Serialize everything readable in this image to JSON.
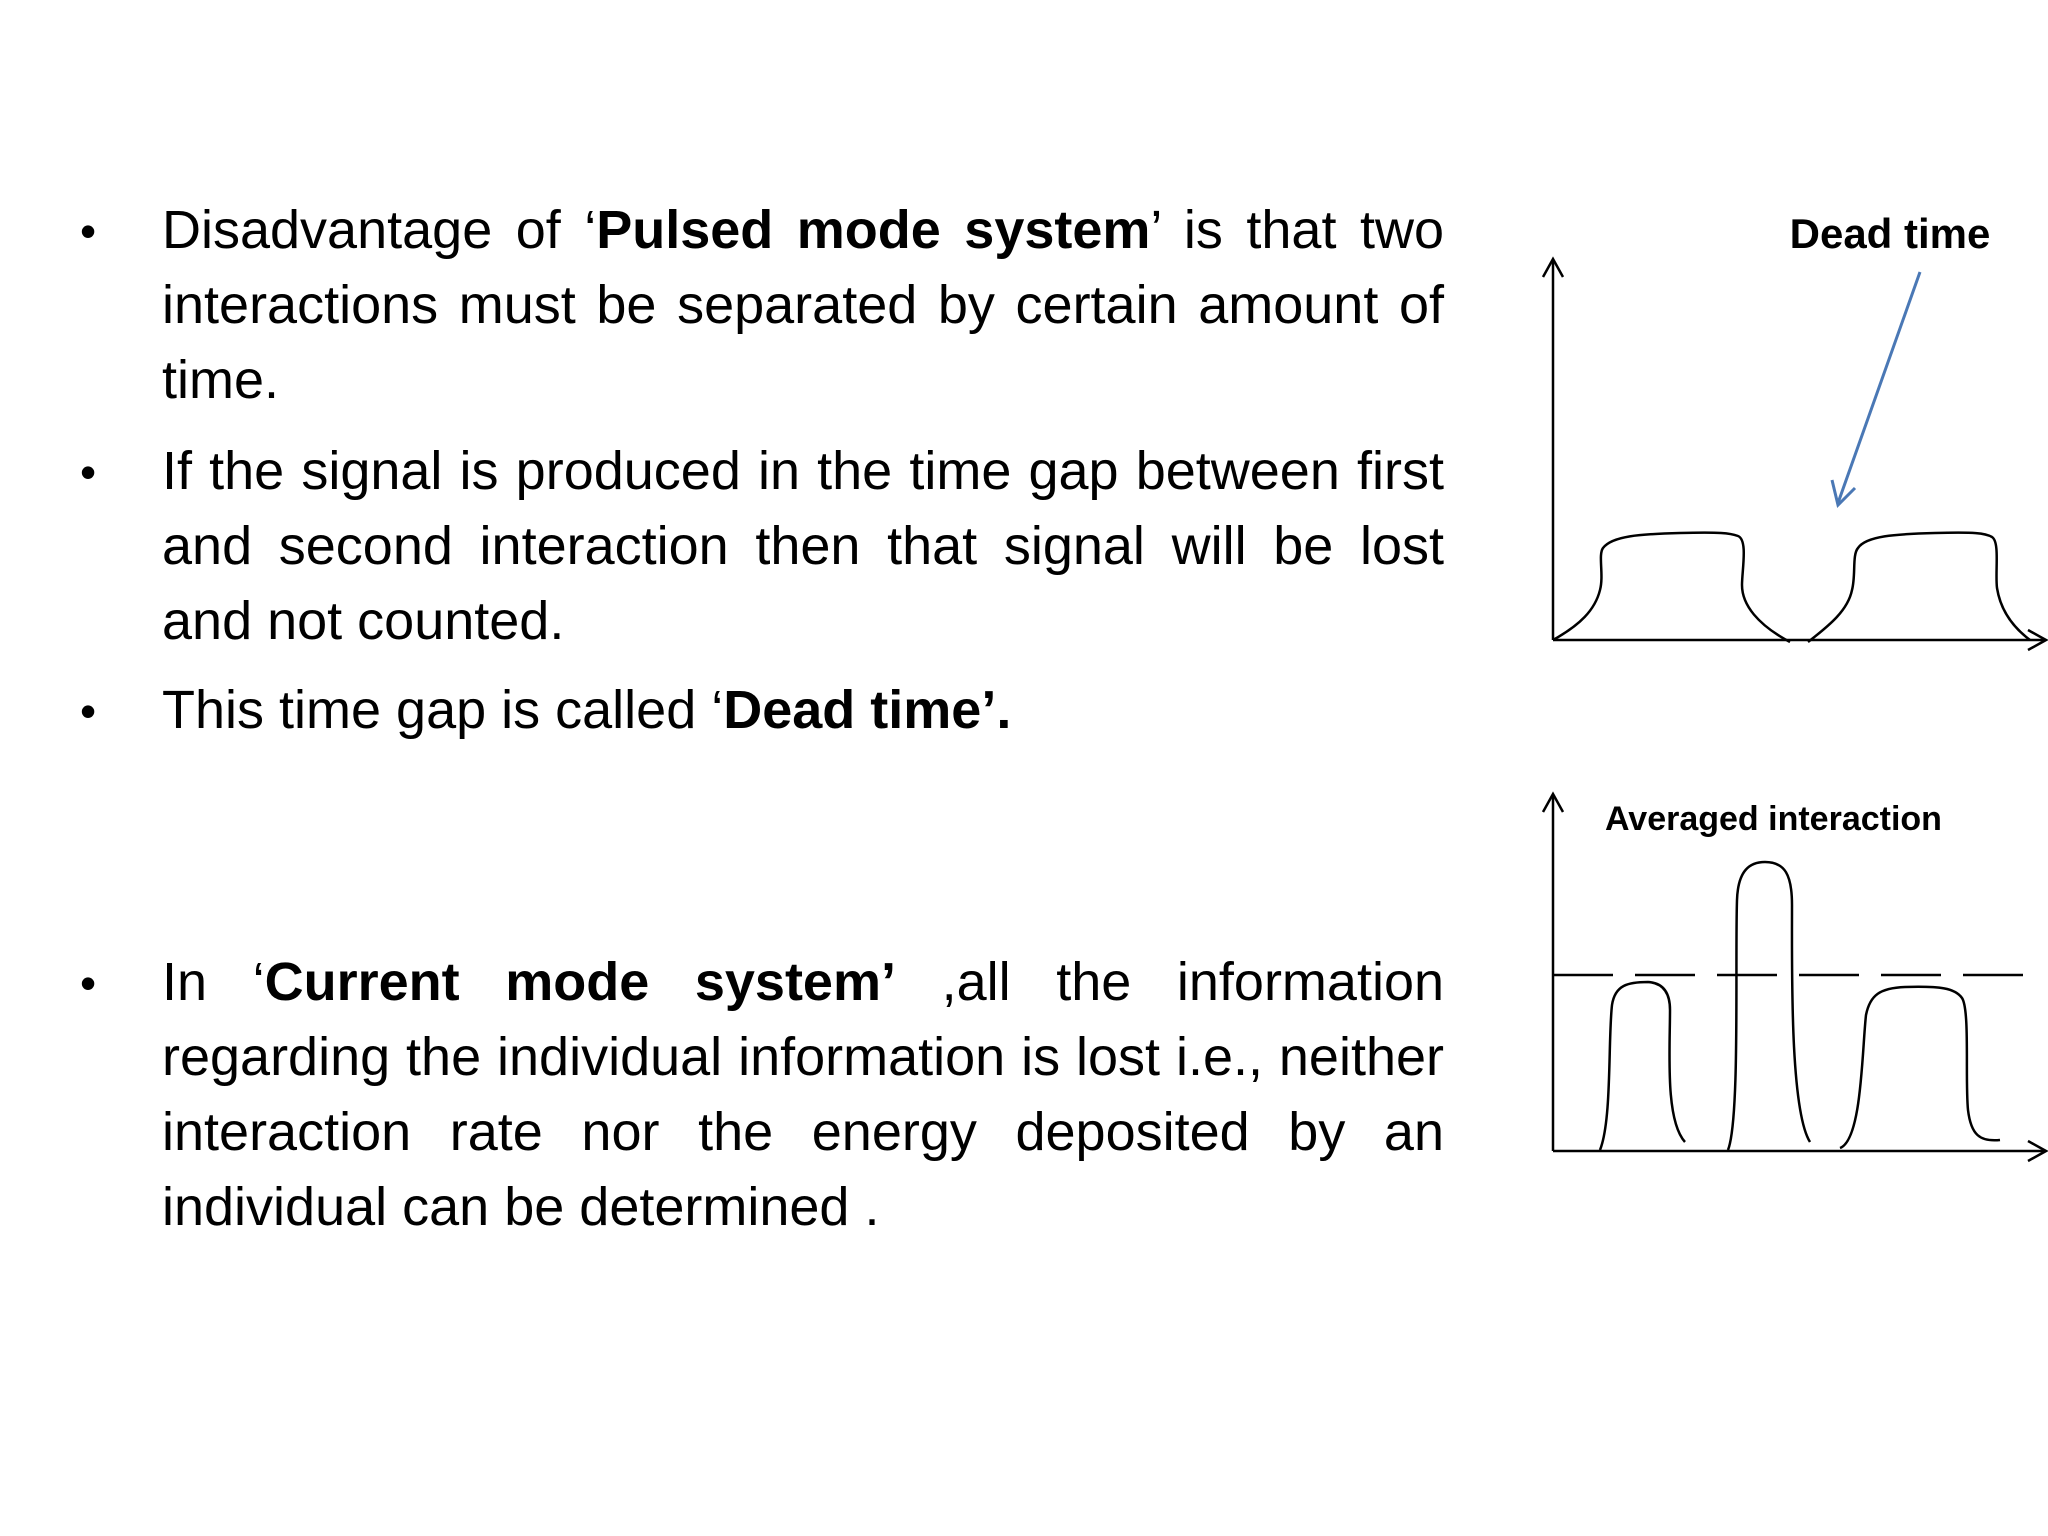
{
  "slide": {
    "bullets": [
      {
        "segments": [
          {
            "text": "Disadvantage of ‘",
            "bold": false
          },
          {
            "text": "Pulsed mode system",
            "bold": true
          },
          {
            "text": "’ is that two interactions must be separated by certain amount of time.",
            "bold": false
          }
        ]
      },
      {
        "segments": [
          {
            "text": "If the signal is produced in the time gap between first and second interaction then that signal will be lost and not counted.",
            "bold": false
          }
        ]
      },
      {
        "segments": [
          {
            "text": "This time gap is called ‘",
            "bold": false
          },
          {
            "text": "Dead time’.",
            "bold": true
          }
        ]
      },
      {
        "segments": [
          {
            "text": "In ‘",
            "bold": false
          },
          {
            "text": "Current mode system’",
            "bold": true
          },
          {
            "text": " ,all the information regarding the individual information is lost i.e., neither interaction rate nor the energy deposited by an individual can be determined .",
            "bold": false
          }
        ]
      }
    ],
    "bullet_symbol": "•"
  },
  "diagrams": {
    "pulsed": {
      "label": "Dead time",
      "arrow_color": "#4a78b5"
    },
    "current": {
      "label": "Averaged interaction"
    }
  }
}
